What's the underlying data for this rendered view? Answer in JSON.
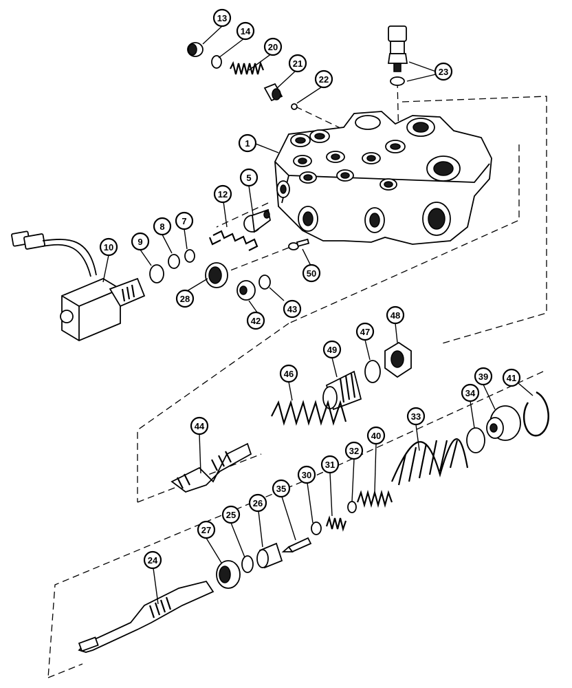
{
  "callouts": {
    "p13": "13",
    "p14": "14",
    "p20": "20",
    "p21": "21",
    "p22": "22",
    "p23": "23",
    "p1": "1",
    "p12": "12",
    "p5": "5",
    "p10": "10",
    "p9": "9",
    "p8": "8",
    "p7": "7",
    "p28": "28",
    "p50": "50",
    "p42": "42",
    "p43": "43",
    "p46": "46",
    "p49": "49",
    "p47": "47",
    "p48": "48",
    "p44": "44",
    "p34": "34",
    "p39": "39",
    "p41": "41",
    "p33": "33",
    "p40": "40",
    "p32": "32",
    "p31": "31",
    "p30": "30",
    "p35": "35",
    "p26": "26",
    "p25": "25",
    "p27": "27",
    "p24": "24"
  }
}
